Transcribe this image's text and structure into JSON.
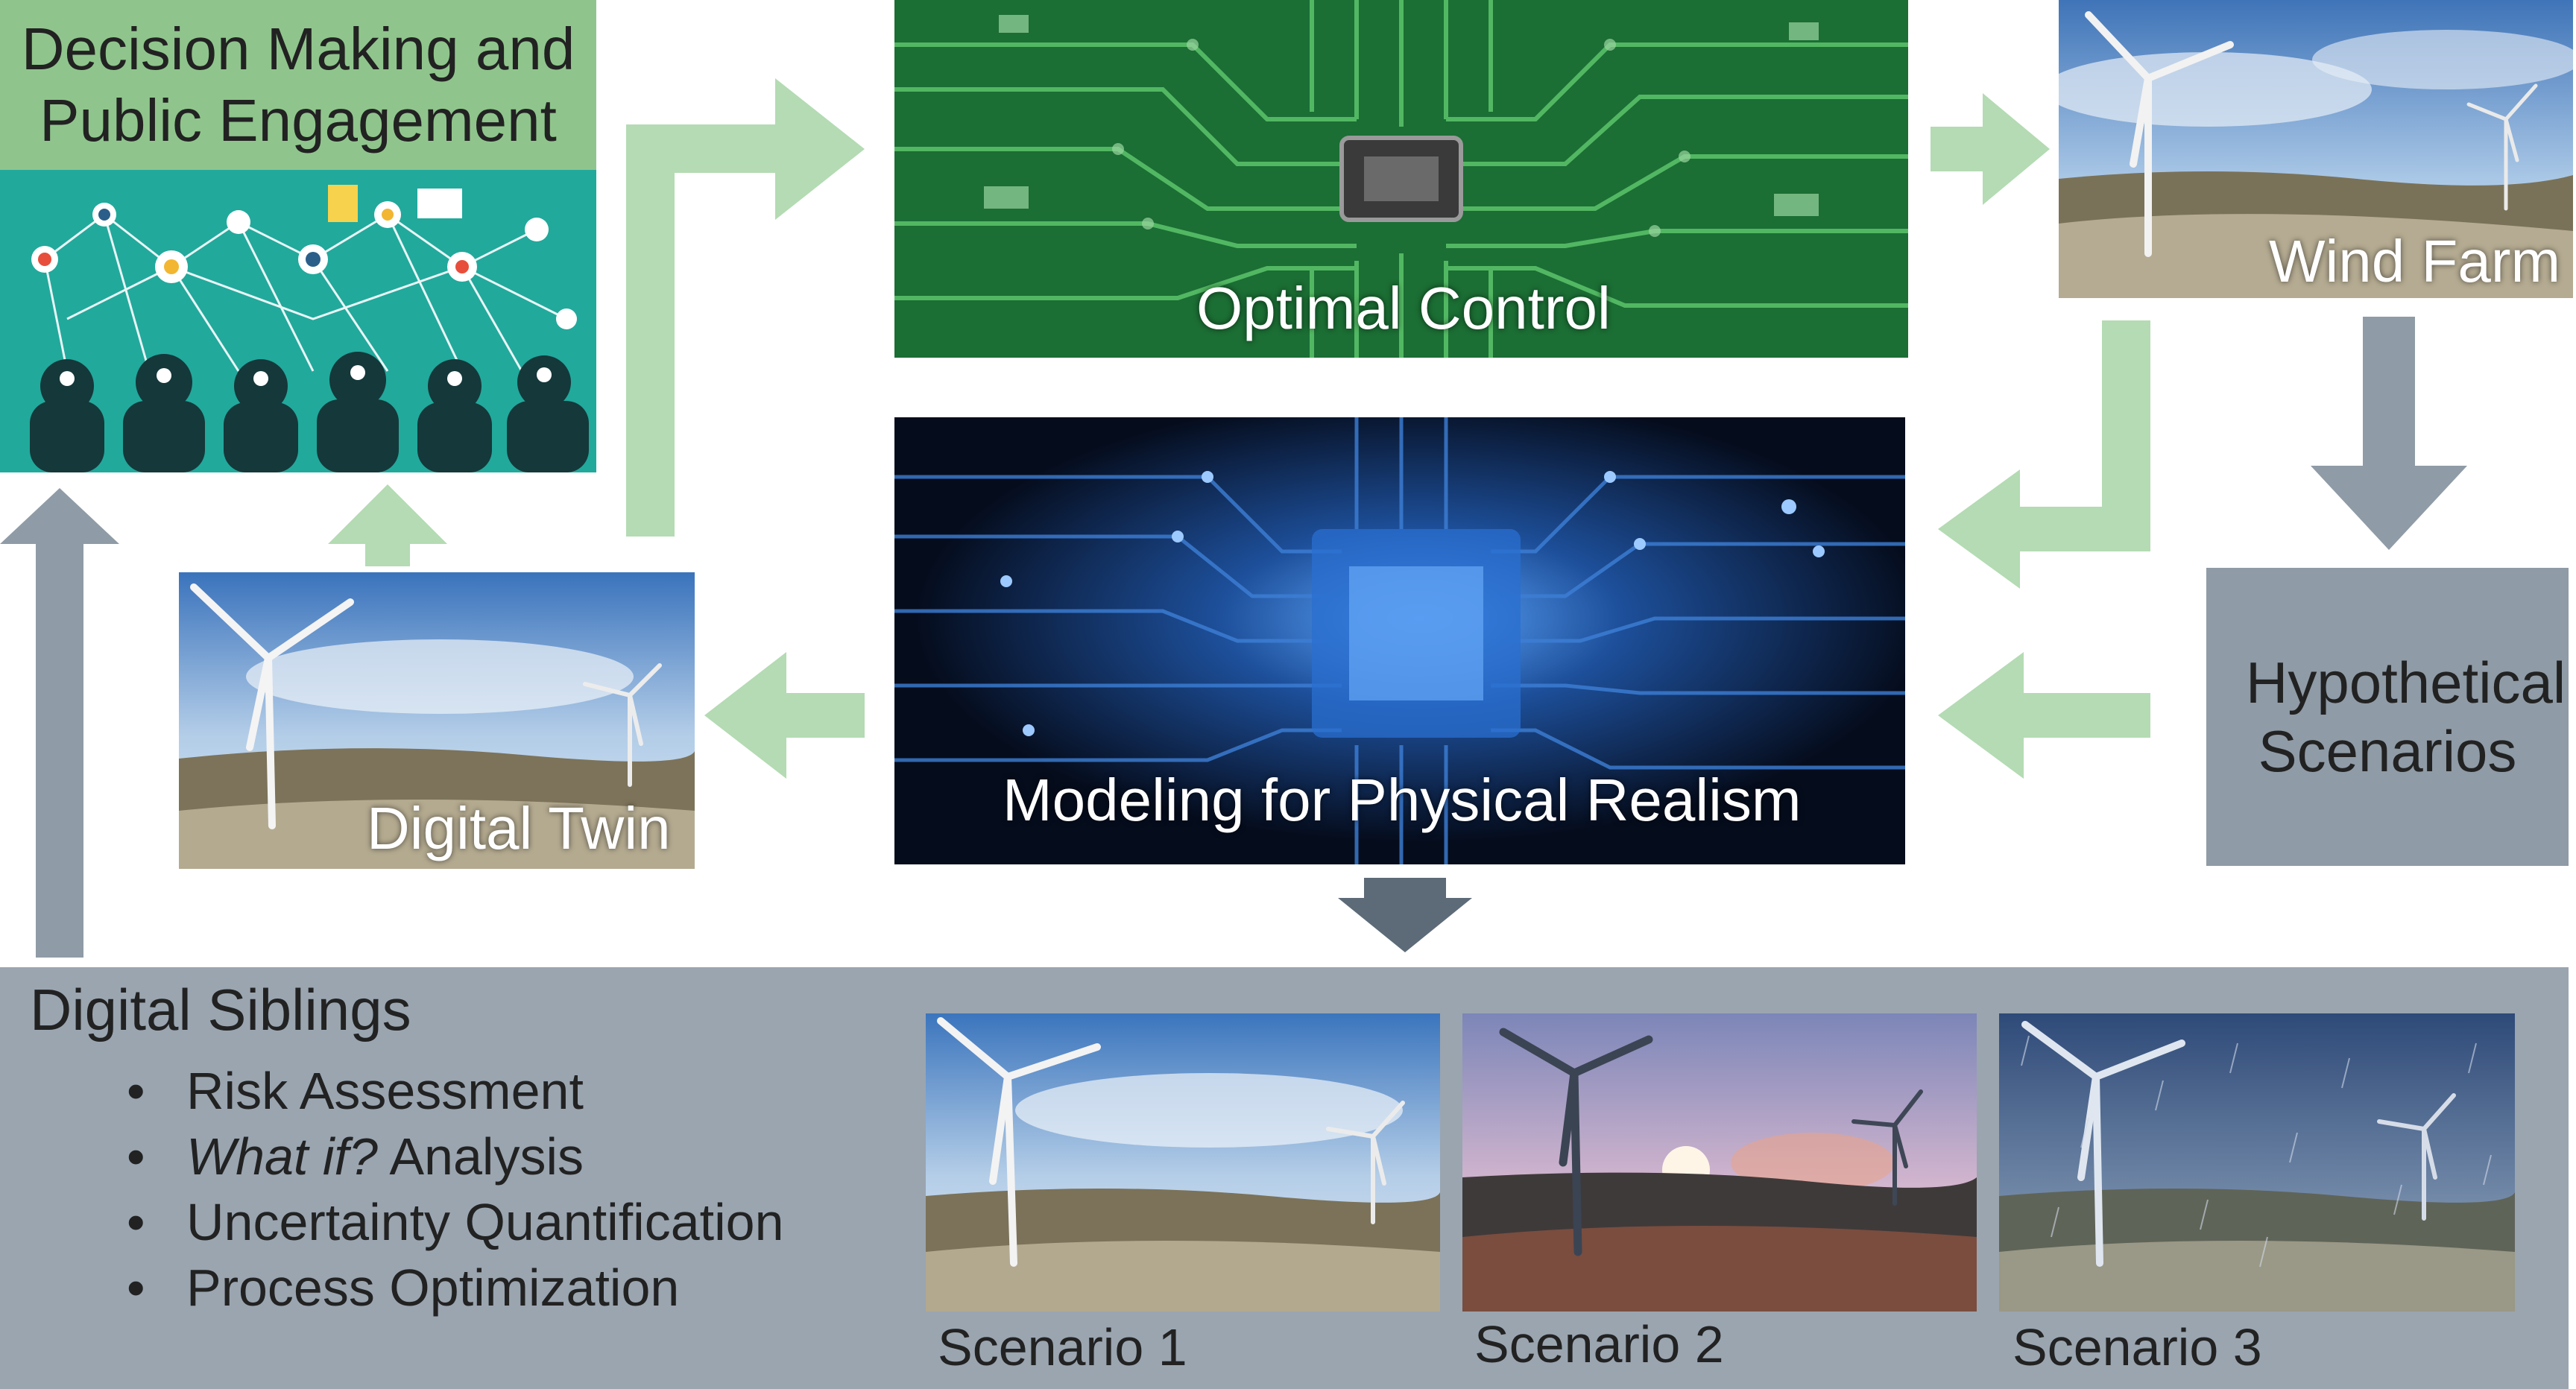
{
  "decision": {
    "title": "Decision Making and Public Engagement"
  },
  "optimal_control": {
    "label": "Optimal Control"
  },
  "wind_farm": {
    "label": "Wind Farm"
  },
  "modeling": {
    "label": "Modeling for Physical Realism"
  },
  "digital_twin": {
    "label": "Digital Twin"
  },
  "hypothetical": {
    "label": "Hypothetical Scenarios"
  },
  "siblings": {
    "title": "Digital Siblings",
    "items": [
      {
        "pre": "",
        "em": "",
        "post": "Risk Assessment"
      },
      {
        "pre": "",
        "em": "What if?",
        "post": " Analysis"
      },
      {
        "pre": "",
        "em": "",
        "post": "Uncertainty Quantification"
      },
      {
        "pre": "",
        "em": "",
        "post": "Process Optimization"
      }
    ]
  },
  "scenarios": [
    {
      "label": "Scenario 1"
    },
    {
      "label": "Scenario 2"
    },
    {
      "label": "Scenario 3"
    }
  ],
  "colors": {
    "green_arrow": "#b4dbb3",
    "gray_arrow": "#8f9ba6",
    "gray_panel": "#9aa5b0",
    "dark_arrow": "#5d6b78"
  }
}
